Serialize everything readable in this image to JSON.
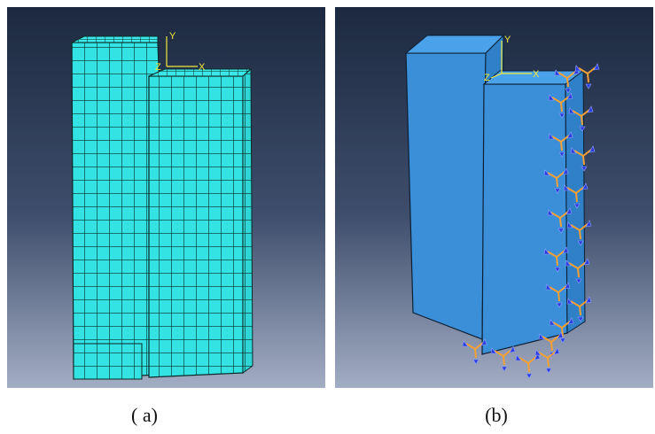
{
  "figure": {
    "panels": [
      {
        "caption": "( a)",
        "view": "meshed-part",
        "mesh_color": "#33e6e6",
        "axis_labels": {
          "y": "Y",
          "x": "X",
          "z": "Z"
        }
      },
      {
        "caption": "(b)",
        "view": "boundary-conditions",
        "solid_color": "#3a8fd8",
        "bc_symbol_colors": {
          "arrow": "#f5a035",
          "cone": "#2c3ee0"
        },
        "axis_labels": {
          "y": "Y",
          "x": "X",
          "z": "Z"
        }
      }
    ],
    "background_gradient": {
      "top": "#1c2940",
      "bottom": "#9ea8c0"
    }
  }
}
